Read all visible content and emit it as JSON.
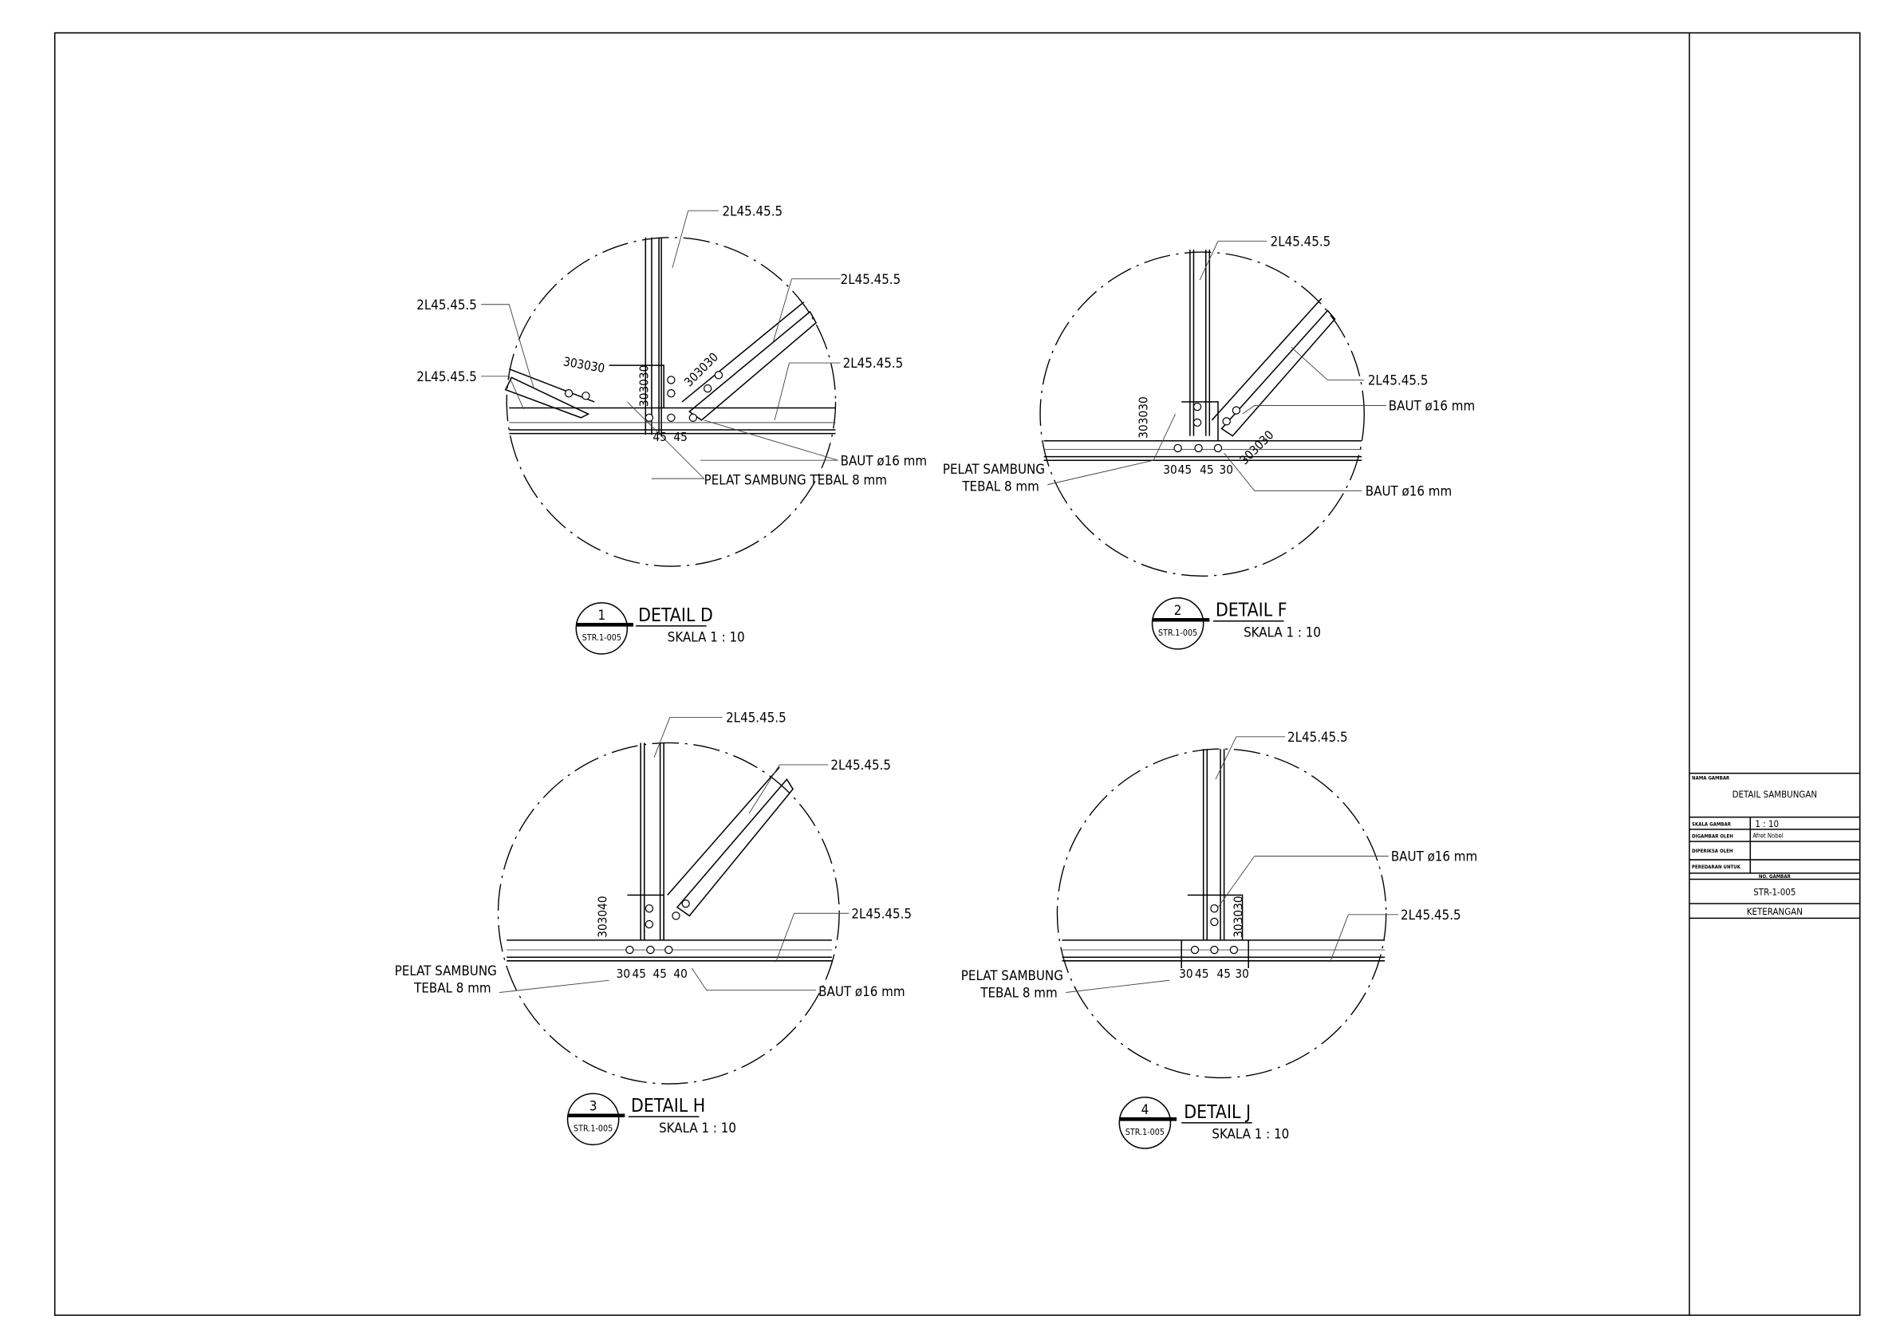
{
  "details": [
    {
      "num": "1",
      "sheet": "STR.1-005",
      "title": "DETAIL D",
      "scale": "SKALA 1 : 10",
      "labels": [
        "2L45.45.5",
        "2L45.45.5",
        "2L45.45.5",
        "2L45.45.5",
        "2L45.45.5",
        "BAUT ø16 mm",
        "PELAT SAMBUNG TEBAL 8 mm"
      ],
      "dims": [
        "303030",
        "303030",
        "303030",
        "45",
        "45"
      ]
    },
    {
      "num": "2",
      "sheet": "STR.1-005",
      "title": "DETAIL F",
      "scale": "SKALA 1 : 10",
      "labels": [
        "2L45.45.5",
        "2L45.45.5",
        "BAUT ø16 mm",
        "BAUT ø16 mm",
        "PELAT SAMBUNG",
        "TEBAL 8 mm"
      ],
      "dims": [
        "303030",
        "303030",
        "30",
        "45",
        "45",
        "30"
      ]
    },
    {
      "num": "3",
      "sheet": "STR.1-005",
      "title": "DETAIL H",
      "scale": "SKALA 1 : 10",
      "labels": [
        "2L45.45.5",
        "2L45.45.5",
        "2L45.45.5",
        "PELAT SAMBUNG",
        "TEBAL 8 mm",
        "BAUT ø16 mm"
      ],
      "dims": [
        "303040",
        "30",
        "45",
        "45",
        "40"
      ]
    },
    {
      "num": "4",
      "sheet": "STR.1-005",
      "title": "DETAIL J",
      "scale": "SKALA 1 : 10",
      "labels": [
        "2L45.45.5",
        "BAUT ø16 mm",
        "2L45.45.5",
        "PELAT SAMBUNG",
        "TEBAL 8 mm"
      ],
      "dims": [
        "303030",
        "30",
        "45",
        "45",
        "30"
      ]
    }
  ],
  "title_block": {
    "nama_gambar_label": "NAMA GAMBAR",
    "nama_gambar": "DETAIL SAMBUNGAN",
    "skala_label": "SKALA GAMBAR",
    "skala": "1 : 10",
    "digambar_label": "DIGAMBAR OLEH",
    "digambar": "Afret Nobel",
    "diperiksa_label": "DIPERIKSA OLEH",
    "peredaran_label": "PEREDARAN UNTUK",
    "no_gambar_label": "NO. GAMBAR",
    "no_gambar": "STR-1-005",
    "keterangan_label": "KETERANGAN"
  }
}
